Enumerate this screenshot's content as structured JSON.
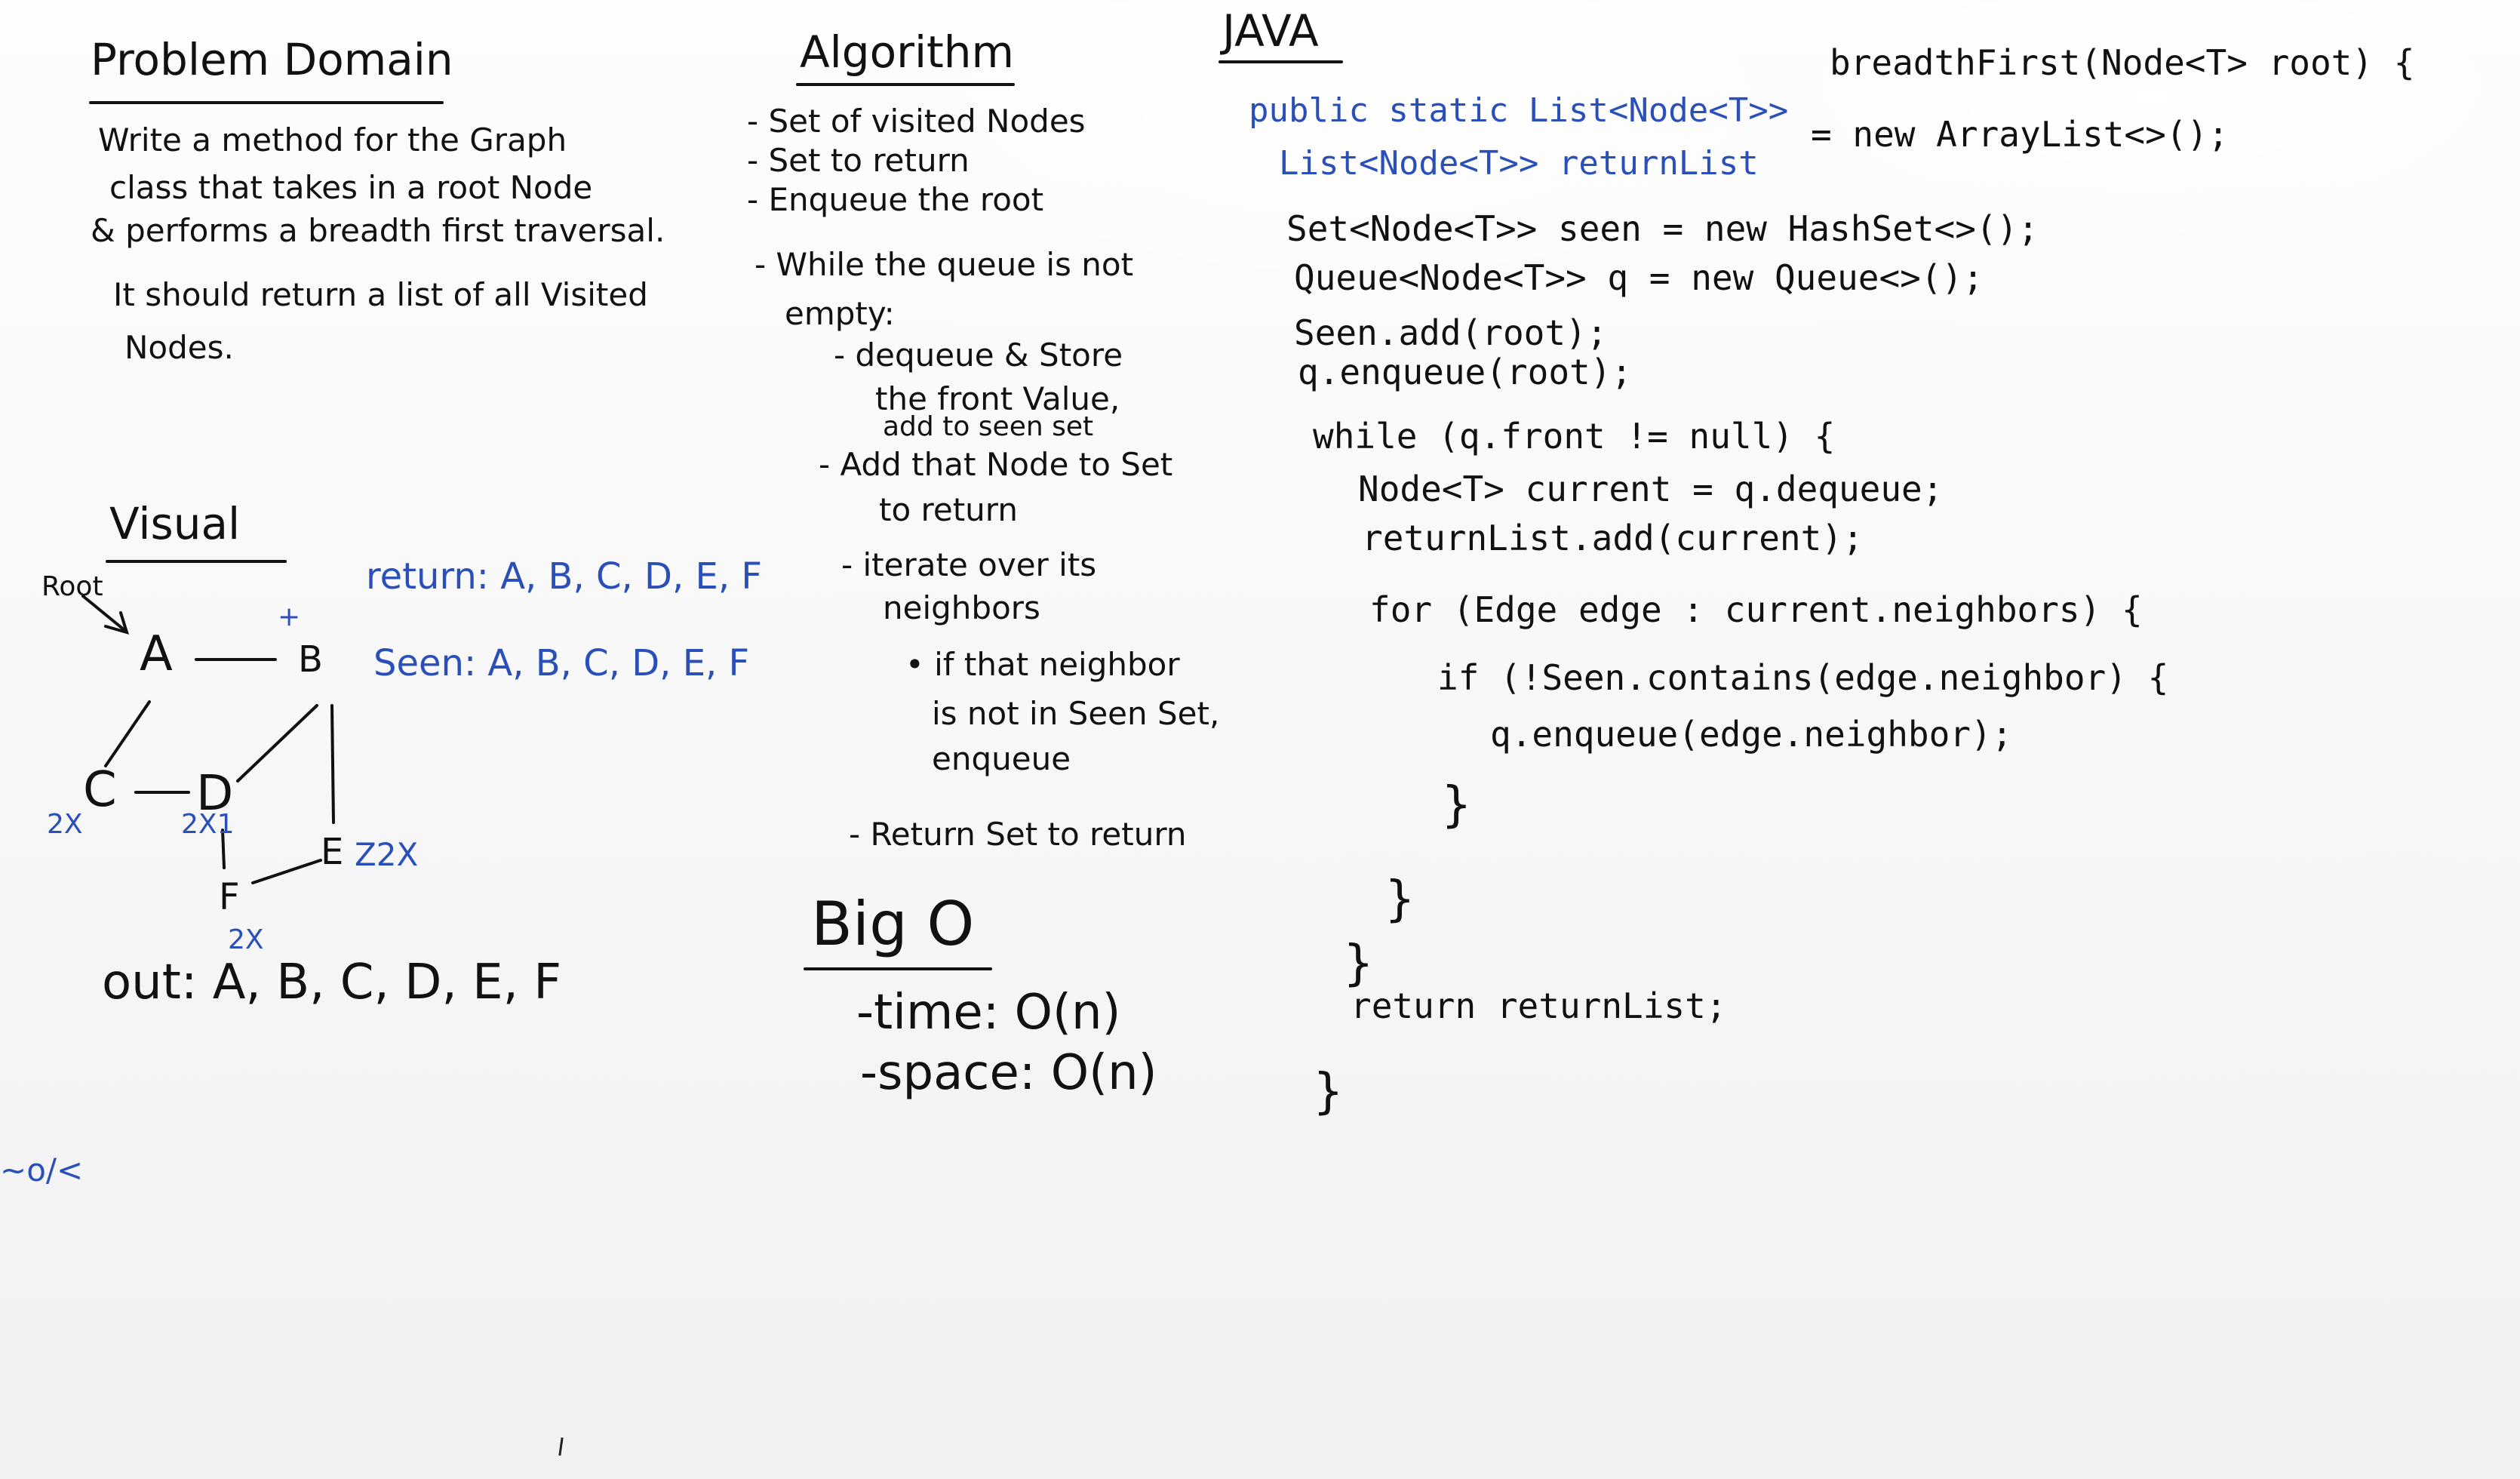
{
  "problem": {
    "heading": "Problem Domain",
    "lines": [
      "Write a method for the Graph",
      "class that takes in a root Node",
      "& performs a breadth first traversal.",
      "It should return a list of all Visited",
      "Nodes."
    ]
  },
  "visual": {
    "heading": "Visual",
    "root_label": "Root",
    "nodes": [
      "A",
      "B",
      "C",
      "D",
      "E",
      "F"
    ],
    "marks": {
      "b": "+",
      "c": "2X",
      "d": "2X1",
      "e": "Z2X",
      "f": "2X"
    },
    "return_label": "return: A, B, C, D, E, F",
    "seen_label": "Seen: A, B, C, D, E, F",
    "out_label": "out: A, B, C, D, E, F",
    "scribble": "~o/<"
  },
  "algorithm": {
    "heading": "Algorithm",
    "steps": [
      "- Set of visited Nodes",
      "- Set to return",
      "- Enqueue the root",
      "- While the queue is not",
      "empty:",
      "- dequeue & Store",
      "the front Value,",
      "add to seen set",
      "- Add that Node to Set",
      "to return",
      "- iterate over its",
      "neighbors",
      "• if that neighbor",
      "is not in Seen Set,",
      "enqueue",
      "- Return Set to return"
    ]
  },
  "bigo": {
    "heading": "Big O",
    "time": "-time: O(n)",
    "space": "-space: O(n)"
  },
  "java": {
    "heading": "JAVA",
    "lines": [
      {
        "text": "public static List<Node<T>>",
        "color": "blue"
      },
      {
        "text": "breadthFirst(Node<T> root) {",
        "color": "black"
      },
      {
        "text": "List<Node<T>> returnList",
        "color": "blue"
      },
      {
        "text": "= new ArrayList<>();",
        "color": "black"
      },
      {
        "text": "Set<Node<T>> seen = new HashSet<>();",
        "color": "black"
      },
      {
        "text": "Queue<Node<T>> q = new Queue<>();",
        "color": "black"
      },
      {
        "text": "Seen.add(root);",
        "color": "black"
      },
      {
        "text": "q.enqueue(root);",
        "color": "black"
      },
      {
        "text": "while (q.front != null) {",
        "color": "black"
      },
      {
        "text": "Node<T> current = q.dequeue;",
        "color": "black"
      },
      {
        "text": "returnList.add(current);",
        "color": "black"
      },
      {
        "text": "for (Edge edge : current.neighbors) {",
        "color": "black"
      },
      {
        "text": "if (!Seen.contains(edge.neighbor) {",
        "color": "black"
      },
      {
        "text": "q.enqueue(edge.neighbor);",
        "color": "black"
      },
      {
        "text": "}",
        "color": "black"
      },
      {
        "text": "}",
        "color": "black"
      },
      {
        "text": "}",
        "color": "black"
      },
      {
        "text": "return returnList;",
        "color": "black"
      },
      {
        "text": "}",
        "color": "black"
      }
    ]
  },
  "colors": {
    "ink": "#111111",
    "blue_marker": "#2a4fb8",
    "board": "#f8f8f9"
  }
}
